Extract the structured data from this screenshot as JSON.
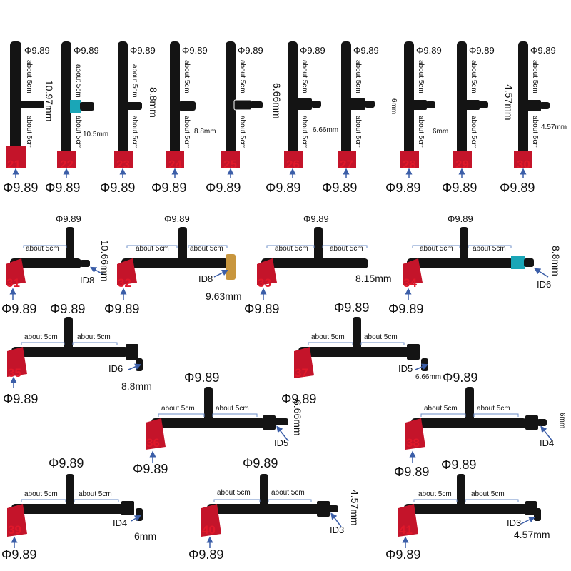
{
  "colors": {
    "hose": "#141414",
    "connector_red": "#c4142a",
    "accent_teal": "#1aa6b7",
    "brass": "#c8963e",
    "arrow_blue": "#3b5ea8",
    "bracket": "#6b8cc7"
  },
  "labels": {
    "phi": "Φ9.89",
    "about5": "about 5cm",
    "d_10_97": "10.97mm",
    "d_10_5": "10.5mm",
    "d_8_8": "8.8mm",
    "d_6_66": "6.66mm",
    "d_6": "6mm",
    "d_4_57": "4.57mm",
    "d_10_66": "10.66mm",
    "d_9_63": "9.63mm",
    "d_8_15": "8.15mm",
    "id8": "ID8",
    "id6": "ID6",
    "id5": "ID5",
    "id4": "ID4",
    "id3": "ID3"
  },
  "items": [
    {
      "n": "21"
    },
    {
      "n": "22"
    },
    {
      "n": "23"
    },
    {
      "n": "24"
    },
    {
      "n": "25"
    },
    {
      "n": "26"
    },
    {
      "n": "27"
    },
    {
      "n": "28"
    },
    {
      "n": "29"
    },
    {
      "n": "30"
    },
    {
      "n": "31"
    },
    {
      "n": "32"
    },
    {
      "n": "33"
    },
    {
      "n": "34"
    },
    {
      "n": "35"
    },
    {
      "n": "36"
    },
    {
      "n": "37"
    },
    {
      "n": "38"
    },
    {
      "n": "39"
    },
    {
      "n": "40"
    },
    {
      "n": "41"
    }
  ]
}
